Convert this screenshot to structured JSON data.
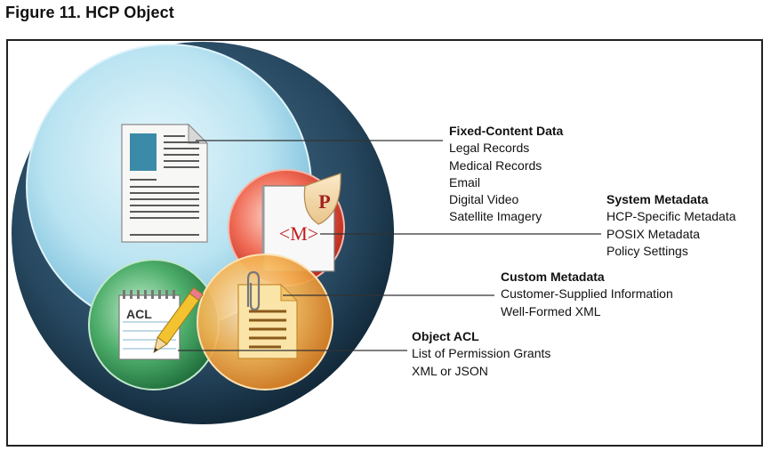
{
  "figure_title": "Figure 11. HCP Object",
  "icons": {
    "document": "document-icon",
    "metadata": "metadata-document-icon",
    "shield": "shield-p-icon",
    "acl": "acl-notepad-pencil-icon",
    "custom": "paperclip-document-icon"
  },
  "icon_text": {
    "shield_letter": "P",
    "metadata_tag": "<M>",
    "acl_label": "ACL"
  },
  "colors": {
    "outer_sphere": "#1f3f57",
    "fixed_content": "#9fd6e8",
    "system_metadata": "#d63b2a",
    "acl": "#2e8b4f",
    "custom_metadata": "#f0a23a"
  },
  "labels": {
    "fixed_content": {
      "heading": "Fixed-Content Data",
      "items": [
        "Legal Records",
        "Medical Records",
        "Email",
        "Digital Video",
        "Satellite Imagery"
      ]
    },
    "system_metadata": {
      "heading": "System Metadata",
      "items": [
        "HCP-Specific Metadata",
        "POSIX Metadata",
        "Policy Settings"
      ]
    },
    "custom_metadata": {
      "heading": "Custom Metadata",
      "items": [
        "Customer-Supplied Information",
        "Well-Formed XML"
      ]
    },
    "object_acl": {
      "heading": "Object ACL",
      "items": [
        "List of Permission Grants",
        "XML or JSON"
      ]
    }
  }
}
